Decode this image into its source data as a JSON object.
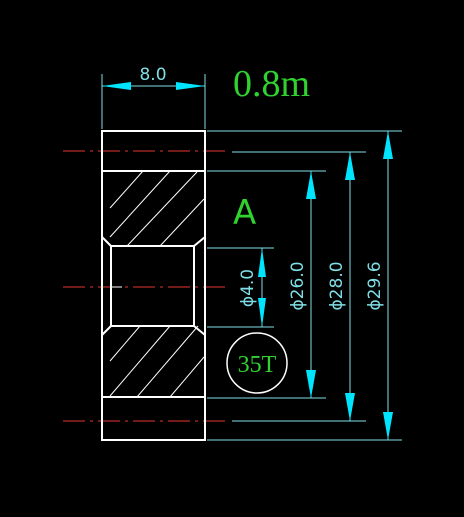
{
  "module": "0.8m",
  "section_label": "A",
  "teeth_badge": "35T",
  "dims": {
    "width": "8.0",
    "bore": "ϕ4.0",
    "root": "ϕ26.0",
    "pitch": "ϕ28.0",
    "outer": "ϕ29.6"
  },
  "colors": {
    "outline": "#ffffff",
    "hatch": "#ffffff",
    "dimension": "#7fdfe6",
    "arrow": "#00e5ff",
    "centerline": "#e53935",
    "label_green": "#2fd22f"
  }
}
